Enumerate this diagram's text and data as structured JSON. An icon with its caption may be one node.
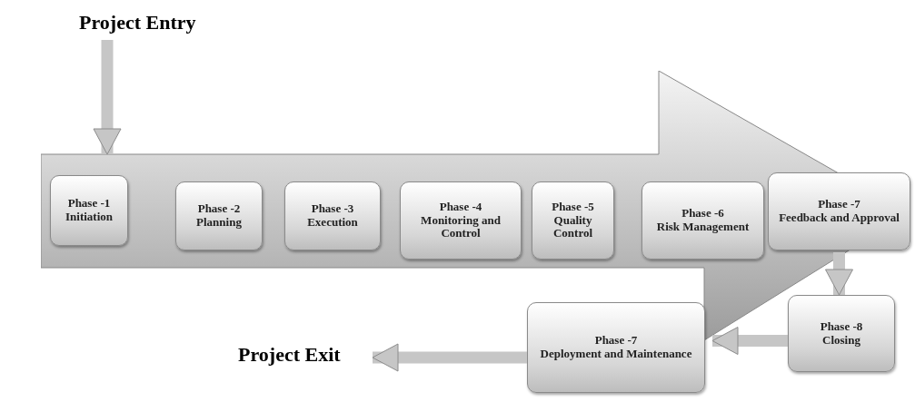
{
  "diagram": {
    "nodes": [
      {
        "text": [
          "Project Entry"
        ]
      },
      {
        "text": [],
        "shape": "arrow"
      },
      {
        "text": [
          "Phase -1",
          "Initiation"
        ],
        "in": 1
      },
      {
        "text": [
          "Phase -2",
          "Planning"
        ],
        "in": 1
      },
      {
        "text": [
          "Phase -3",
          "Execution"
        ],
        "in": 1
      },
      {
        "text": [
          "Phase -4",
          "Monitoring and Control"
        ],
        "in": 1
      },
      {
        "text": [
          "Phase -5",
          "Quality Control"
        ],
        "in": 1
      },
      {
        "text": [
          "Phase -6",
          "Risk Management"
        ],
        "in": 1
      },
      {
        "text": [
          "Phase -7",
          "Feedback and Approval"
        ],
        "in": 1
      },
      {
        "text": [
          "Phase -8",
          "Closing"
        ]
      },
      {
        "text": [
          "Phase -7",
          "Deployment and Maintenance"
        ]
      },
      {
        "text": [
          "Project Exit"
        ]
      }
    ],
    "edges": [
      {
        "from": 0,
        "to": 1,
        "arrow": "to"
      },
      {
        "from": 8,
        "to": 9,
        "arrow": "to"
      },
      {
        "from": 9,
        "to": 10,
        "arrow": "to"
      },
      {
        "from": 10,
        "to": 11,
        "arrow": "to"
      }
    ]
  }
}
